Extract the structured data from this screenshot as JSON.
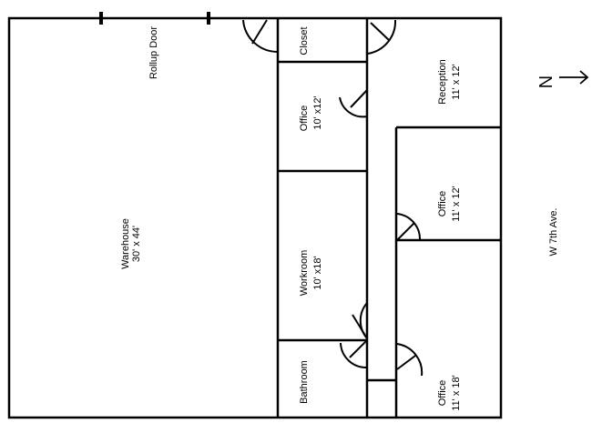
{
  "plan": {
    "rollup_door": "Rollup Door",
    "rooms": {
      "warehouse": {
        "name": "Warehouse",
        "size": "30' x 44'"
      },
      "closet": {
        "name": "Closet"
      },
      "office_a": {
        "name": "Office",
        "size": "10' x12'"
      },
      "reception": {
        "name": "Reception",
        "size": "11' x 12'"
      },
      "office_b": {
        "name": "Office",
        "size": "11' x 12'"
      },
      "workroom": {
        "name": "Workroom",
        "size": "10' x18'"
      },
      "bathroom": {
        "name": "Bathroom"
      },
      "office_c": {
        "name": "Office",
        "size": "11' x 18'"
      }
    },
    "north_label": "N",
    "street": "W 7th Ave."
  }
}
